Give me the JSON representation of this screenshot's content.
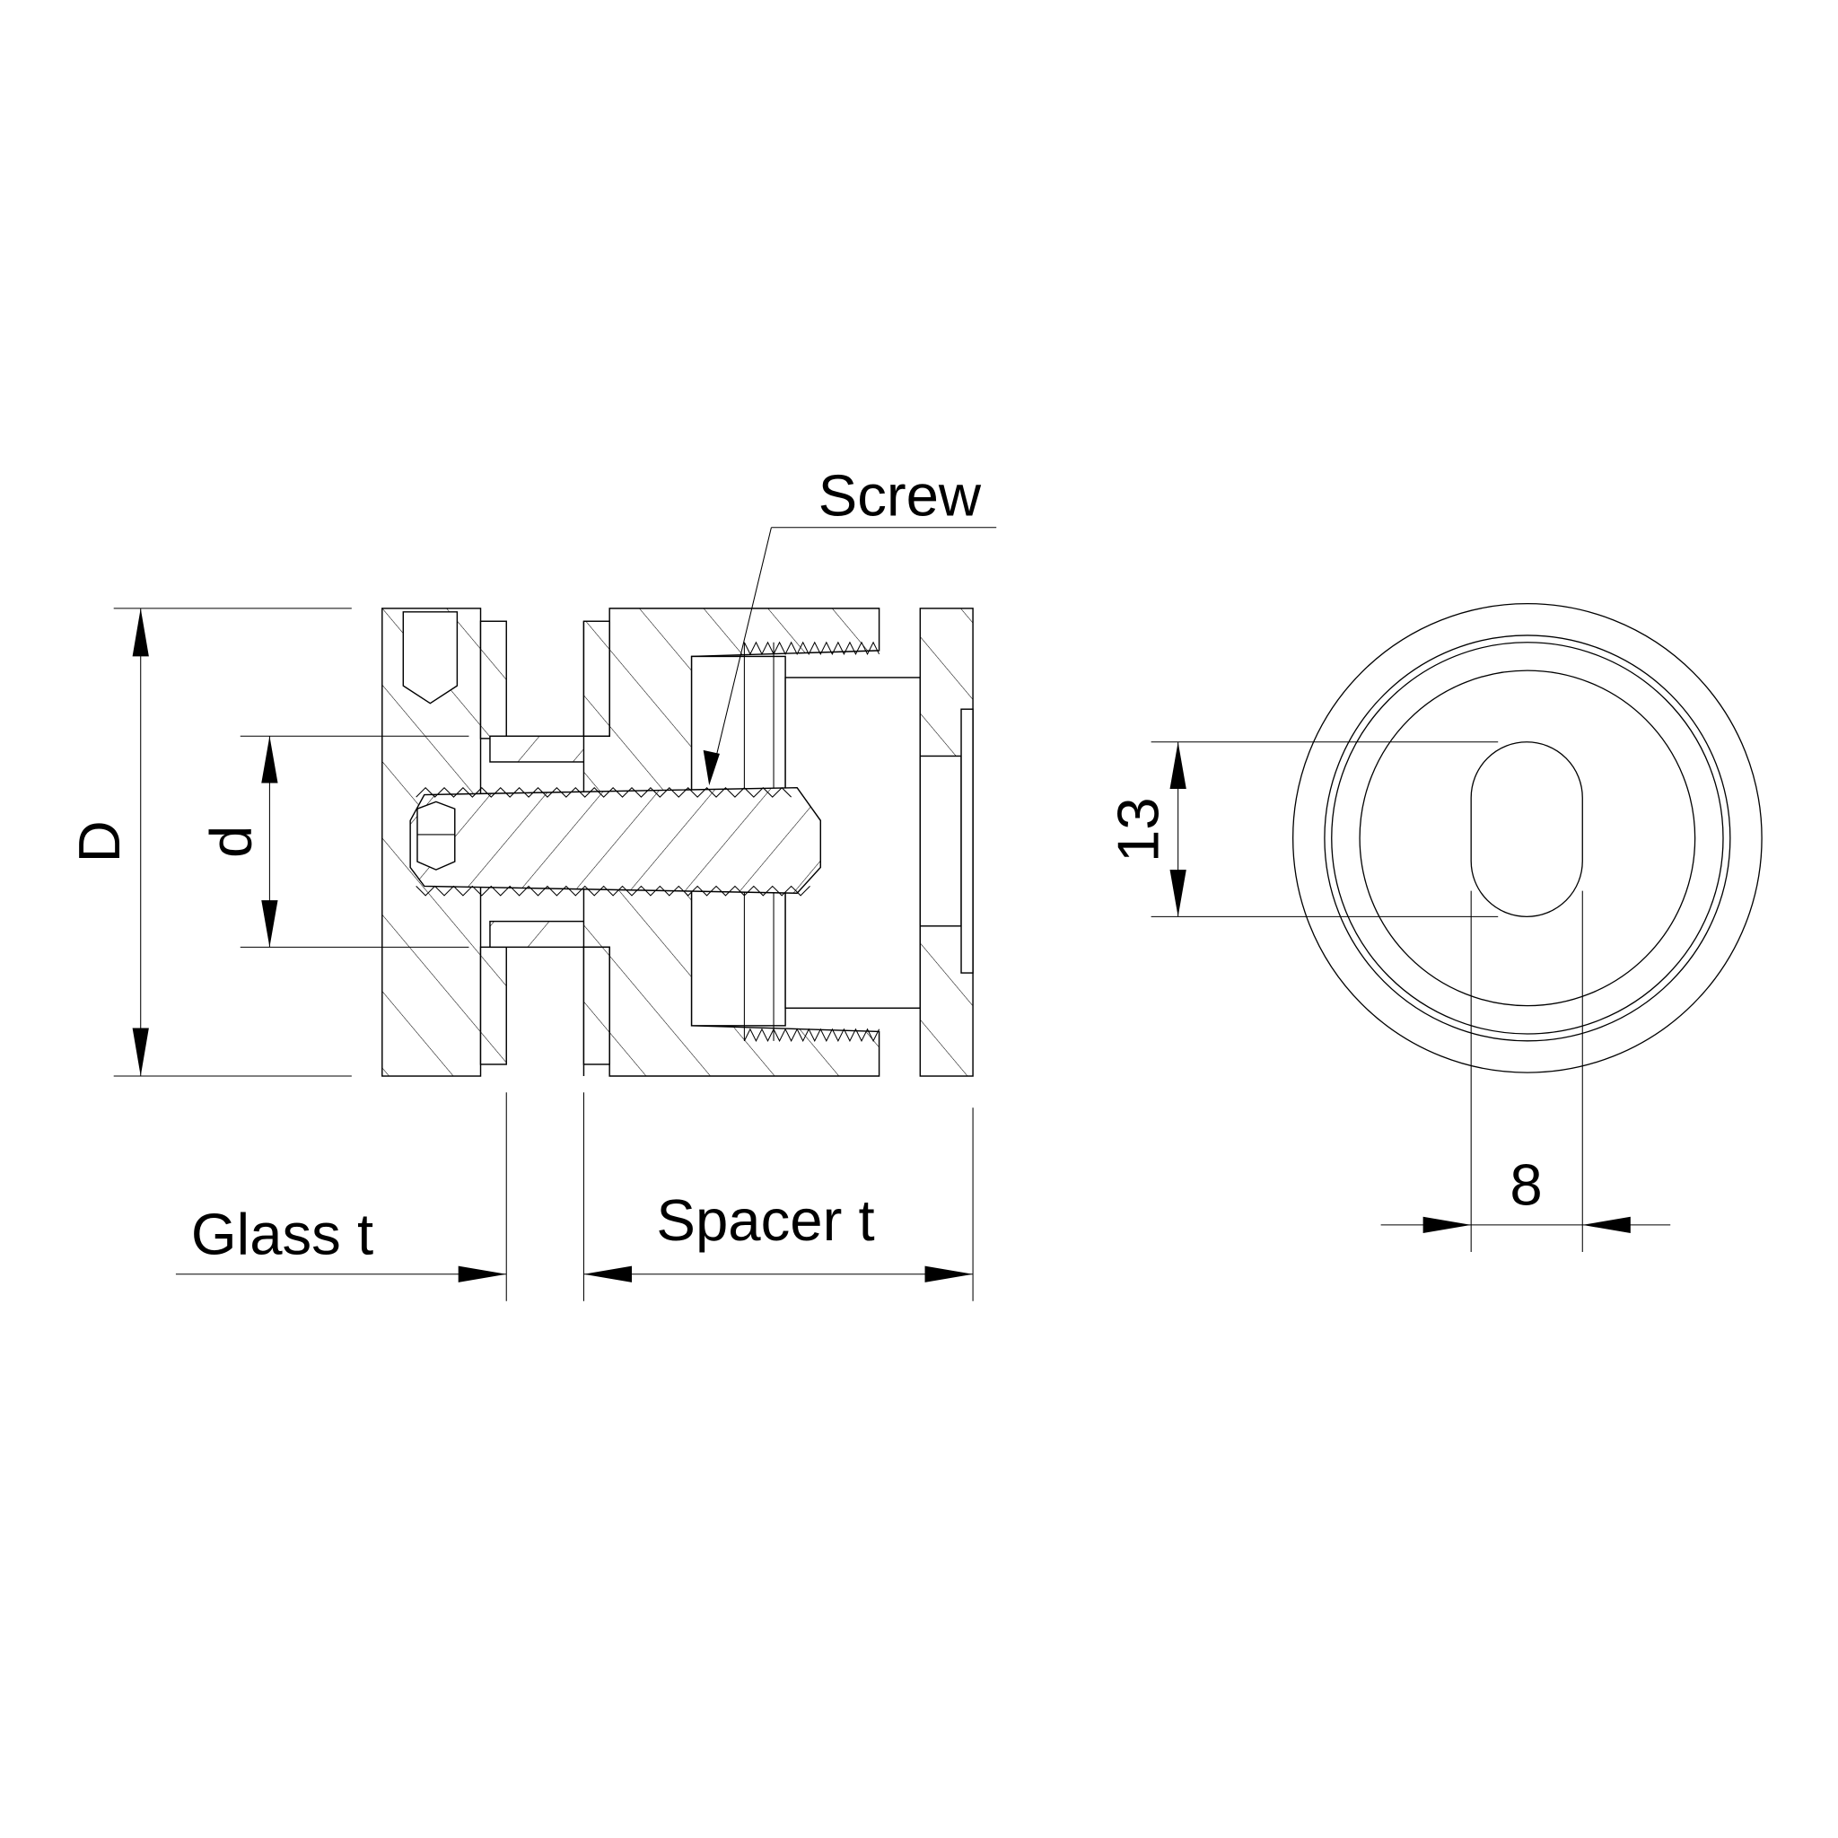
{
  "labels": {
    "screw": "Screw",
    "outer_diameter": "D",
    "inner_diameter": "d",
    "glass_thickness": "Glass t",
    "spacer_thickness": "Spacer t",
    "slot_length": "13",
    "slot_width": "8"
  },
  "colors": {
    "line": "#000000",
    "background": "#ffffff"
  }
}
